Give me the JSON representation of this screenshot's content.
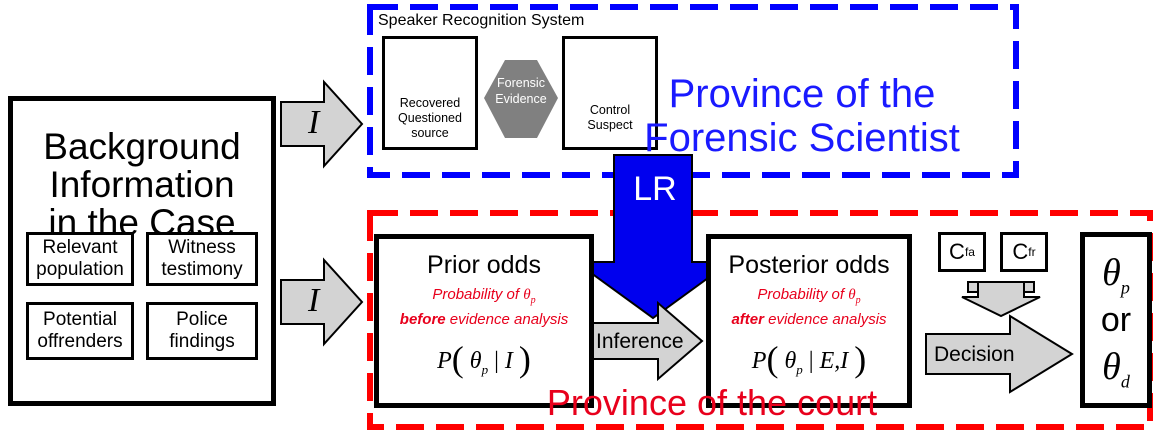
{
  "background": {
    "title_line1": "Background",
    "title_line2": "Information",
    "title_line3": "in the Case",
    "items": [
      {
        "line1": "Relevant",
        "line2": "population"
      },
      {
        "line1": "Witness",
        "line2": "testimony"
      },
      {
        "line1": "Potential",
        "line2": "offrenders"
      },
      {
        "line1": "Police",
        "line2": "findings"
      }
    ]
  },
  "arrows": {
    "info_symbol": "I",
    "lr_label": "LR",
    "inference_label": "Inference",
    "decision_label": "Decision"
  },
  "scientist": {
    "system_title": "Speaker Recognition System",
    "questioned_caption": {
      "line1": "Recovered",
      "line2": "Questioned",
      "line3": "source"
    },
    "evidence_label": {
      "line1": "Forensic",
      "line2": "Evidence"
    },
    "control_caption": {
      "line1": "Control",
      "line2": "Suspect"
    },
    "province_line1": "Province of the",
    "province_line2": "Forensic Scientist"
  },
  "court": {
    "prior": {
      "title": "Prior odds",
      "sub_line1": "Probability of ",
      "sub_emph": "before",
      "sub_rest": " evidence analysis",
      "formula_arg": "I"
    },
    "posterior": {
      "title": "Posterior odds",
      "sub_line1": "Probability of ",
      "sub_emph": "after",
      "sub_rest": " evidence analysis",
      "formula_arg": "E,I"
    },
    "costs": [
      {
        "main": "C",
        "sub": "fa"
      },
      {
        "main": "C",
        "sub": "fr"
      }
    ],
    "outcome": {
      "top_sub": "p",
      "or": "or",
      "bottom_sub": "d"
    },
    "province": "Province of the court"
  },
  "colors": {
    "scientist_border": "#0000ff",
    "court_border": "#ff0000",
    "lr_arrow": "#0000ee",
    "grey_arrow": "#d3d3d3",
    "evidence_arrow": "#808080",
    "court_text": "#e8001c",
    "scientist_text": "#1a1aff"
  }
}
